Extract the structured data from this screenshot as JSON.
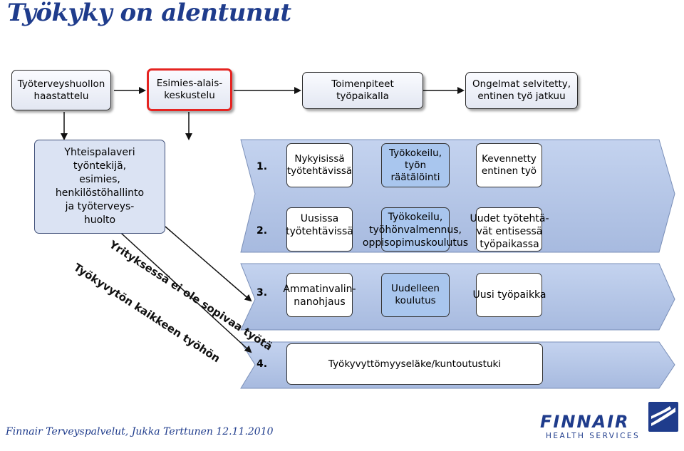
{
  "title": "Työkyky on alentunut",
  "top_row": {
    "box1": "Työterveyshuollon\nhaastattelu",
    "box2": "Esimies-alais-\nkeskustelu",
    "box3": "Toimenpiteet työpaikalla",
    "box4": "Ongelmat selvitetty,\nentinen työ jatkuu"
  },
  "meeting_box": "Yhteispalaveri\ntyöntekijä,\nesimies, henkilöstöhallinto\nja työterveys-\nhuolto",
  "options": {
    "row1": {
      "num": "1.",
      "a": "Nykyisissä\ntyötehtävissä",
      "b": "Työkokeilu,\ntyön räätälöinti",
      "c": "Kevennetty\nentinen työ"
    },
    "row2": {
      "num": "2.",
      "a": "Uusissa\ntyötehtävissä",
      "b": "Työkokeilu,\ntyöhönvalmennus,\noppisopimuskoulutus",
      "c": "Uudet työtehtä-\nvät entisessä\ntyöpaikassa"
    },
    "row3": {
      "num": "3.",
      "a": "Ammatinvalin-\nnanohjaus",
      "b": "Uudelleen\nkoulutus",
      "c": "Uusi työpaikka"
    },
    "row4": {
      "num": "4.",
      "a": "Työkyvyttömyyseläke/kuntoutustuki"
    }
  },
  "diagonal_labels": {
    "upper": "Yrityksessä ei ole sopivaa työtä",
    "lower": "Työkyvytön kaikkeen työhön"
  },
  "footer": "Finnair Terveyspalvelut, Jukka Terttunen 12.11.2010",
  "logo": {
    "brand": "FINNAIR",
    "sub": "HEALTH SERVICES"
  },
  "colors": {
    "title": "#1f3c8c",
    "highlight_border": "#e52421",
    "band_fill": "#b7c9ea",
    "band_dark": "#a3b7de",
    "light_blue_box": "#a9c6ee"
  }
}
